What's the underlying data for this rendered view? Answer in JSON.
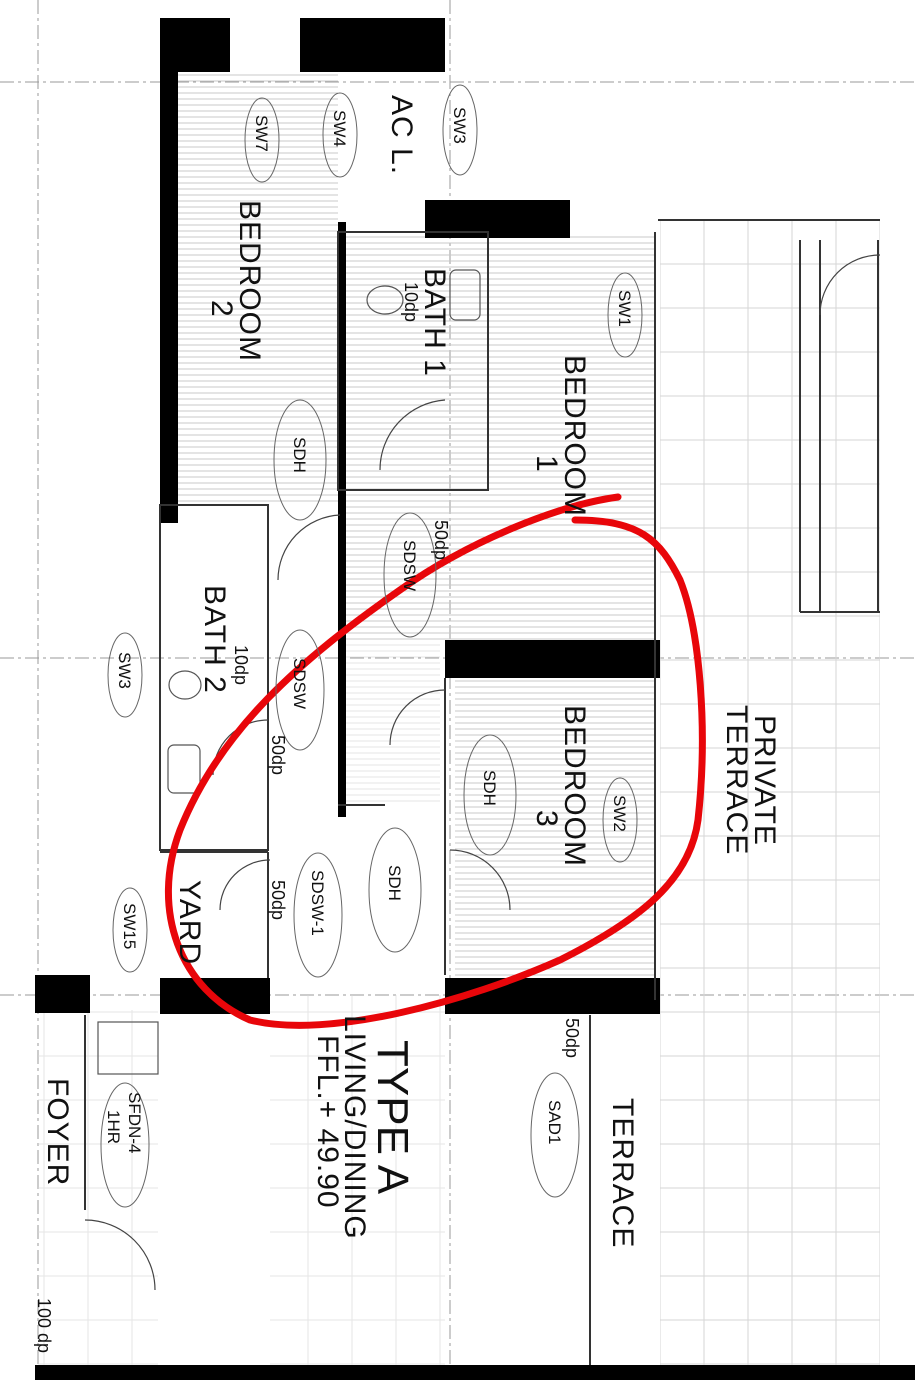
{
  "plan": {
    "unit_type": "TYPE A",
    "floor_level": "FFL.+ 49.90",
    "rooms": {
      "bedroom2": [
        "BEDROOM",
        "2"
      ],
      "bedroom1": [
        "BEDROOM",
        "1"
      ],
      "bedroom3": [
        "BEDROOM",
        "3"
      ],
      "bath1": "BATH 1",
      "bath2": "BATH 2",
      "ac": "AC L.",
      "yard": "YARD",
      "foyer": "FOYER",
      "living": "LIVING/DINING",
      "private_terrace": [
        "PRIVATE",
        "TERRACE"
      ],
      "terrace": "TERRACE"
    },
    "tags": {
      "sw7": "SW7",
      "sw4": "SW4",
      "sw3a": "SW3",
      "sw1": "SW1",
      "sw3b": "SW3",
      "sw2": "SW2",
      "sw15": "SW15",
      "sdh1": "SDH",
      "sdh2": "SDH",
      "sdh3": "SDH",
      "sdsw1": "SDSW",
      "sdsw2": "SDSW",
      "sdsw3": "SDSW-1",
      "sad1": "SAD1",
      "sfdn1": "SFDN-4",
      "sfdn2": "1HR"
    },
    "dims": {
      "bath1_dp": "10dp",
      "bath2_dp": "10dp",
      "d1": "50dp",
      "d2": "50dp",
      "d3": "50dp",
      "d4": "50dp",
      "foyer_dp": "100 dp"
    }
  },
  "colors": {
    "markup": "#e8060a",
    "wall": "#000000",
    "line": "#555555"
  }
}
